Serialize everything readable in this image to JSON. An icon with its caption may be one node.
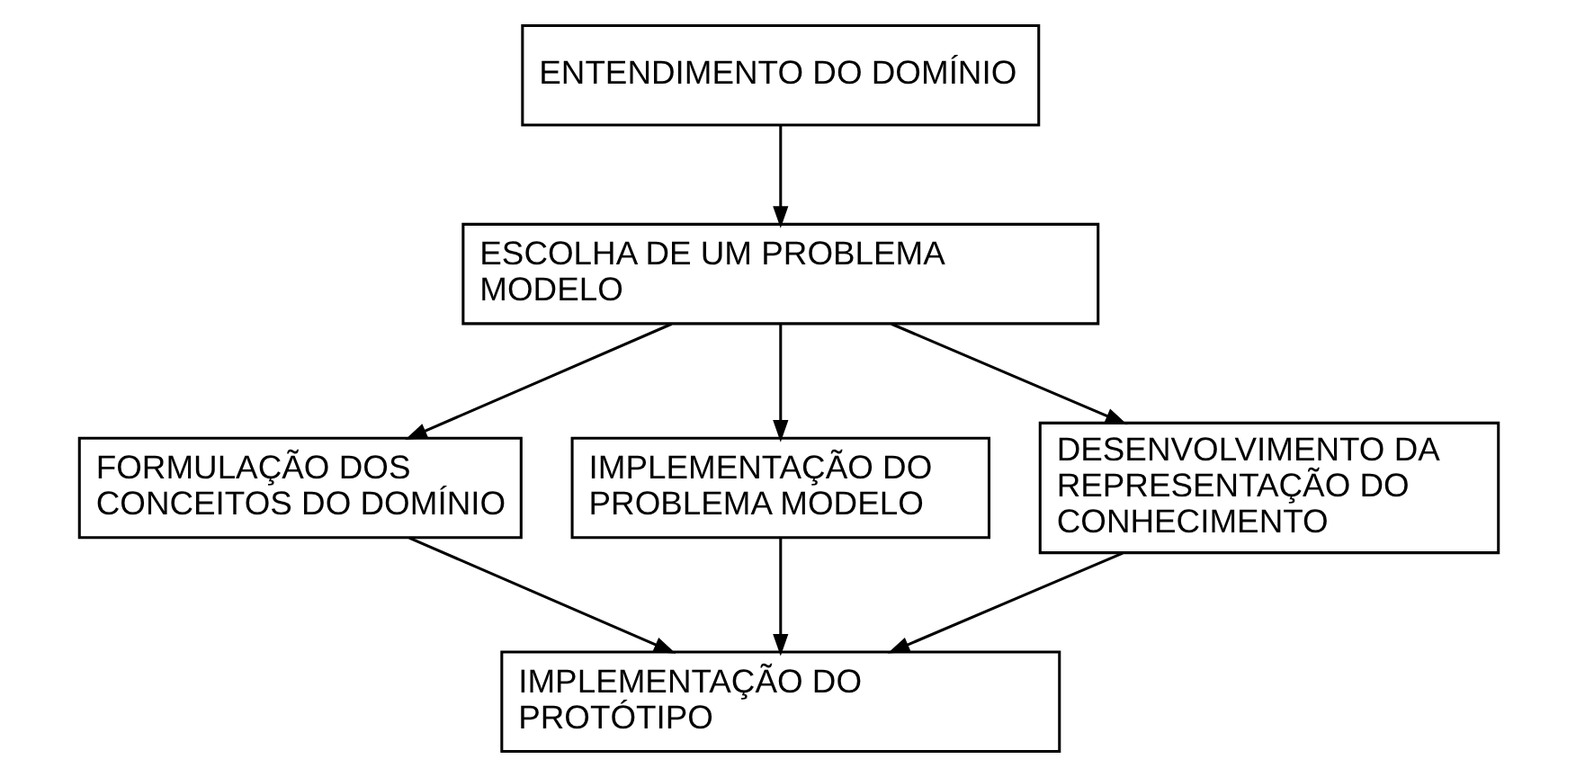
{
  "diagram": {
    "nodes": [
      {
        "text": [
          "ENTENDIMENTO DO DOMÍNIO"
        ]
      },
      {
        "text": [
          "ESCOLHA DE UM PROBLEMA MODELO"
        ]
      },
      {
        "text": [
          "FORMULAÇÃO DOS CONCEITOS DO DOMÍNIO"
        ]
      },
      {
        "text": [
          "IMPLEMENTAÇÃO DO PROBLEMA MODELO"
        ]
      },
      {
        "text": [
          "DESENVOLVIMENTO DA REPRESENTAÇÃO DO CONHECIMENTO"
        ]
      },
      {
        "text": [
          "IMPLEMENTAÇÃO DO PROTÓTIPO"
        ]
      }
    ],
    "edges": [
      {
        "from": 0,
        "to": 1,
        "arrow": "to"
      },
      {
        "from": 1,
        "to": 2,
        "arrow": "to"
      },
      {
        "from": 1,
        "to": 3,
        "arrow": "to"
      },
      {
        "from": 1,
        "to": 4,
        "arrow": "to"
      },
      {
        "from": 2,
        "to": 5,
        "arrow": "to"
      },
      {
        "from": 3,
        "to": 5,
        "arrow": "to"
      },
      {
        "from": 4,
        "to": 5,
        "arrow": "to"
      }
    ]
  }
}
